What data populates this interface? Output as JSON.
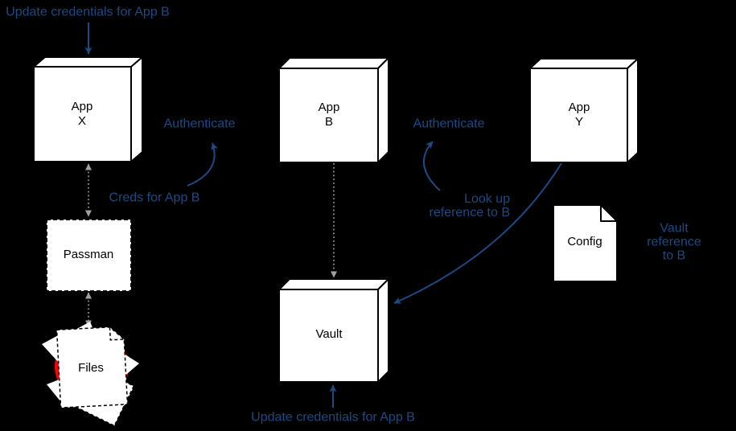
{
  "diagram": {
    "nodes": {
      "app_x": {
        "label": "App\nX"
      },
      "app_b": {
        "label": "App\nB"
      },
      "app_y": {
        "label": "App\nY"
      },
      "vault": {
        "label": "Vault"
      },
      "passman": {
        "label": "Passman"
      },
      "files": {
        "label": "Files"
      },
      "config": {
        "label": "Config"
      }
    },
    "annotations": {
      "update_top": "Update credentials for App B",
      "authenticate_left": "Authenticate",
      "creds_for_app_b": "Creds for App B",
      "authenticate_right": "Authenticate",
      "look_up": "Look up\nreference to B",
      "vault_reference": "Vault reference to B",
      "update_bottom": "Update credentials for App B"
    },
    "colors": {
      "background": "#000000",
      "annotation_blue": "#1B4A84",
      "node_fill": "#FFFFFF",
      "node_stroke": "#000000",
      "connector_gray": "#A0A0A0",
      "files_red": "#FF0000"
    }
  }
}
